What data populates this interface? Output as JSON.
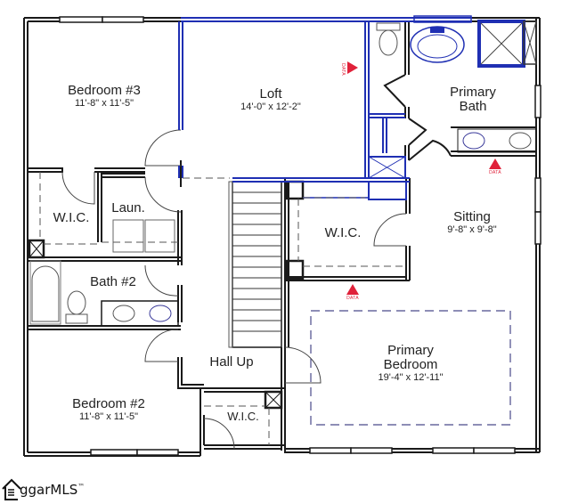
{
  "rooms": {
    "bedroom3": {
      "name": "Bedroom #3",
      "dim": "11'-8\" x 11'-5\""
    },
    "loft": {
      "name": "Loft",
      "dim": "14'-0\" x 12'-2\""
    },
    "primary_bath": {
      "name": "Primary",
      "name2": "Bath"
    },
    "wic_left": {
      "name": "W.I.C."
    },
    "laundry": {
      "name": "Laun."
    },
    "sitting": {
      "name": "Sitting",
      "dim": "9'-8\" x 9'-8\""
    },
    "wic_center": {
      "name": "W.I.C."
    },
    "bath2": {
      "name": "Bath #2"
    },
    "hall": {
      "name": "Hall Up"
    },
    "primary_bedroom": {
      "name": "Primary",
      "name2": "Bedroom",
      "dim": "19'-4\" x 12'-11\""
    },
    "bedroom2": {
      "name": "Bedroom #2",
      "dim": "11'-8\" x 11'-5\""
    },
    "wic_bottom": {
      "name": "W.I.C."
    }
  },
  "markers": {
    "data_label": "DATA",
    "color": "#e0213a"
  },
  "colors": {
    "wall": "#1a1a1a",
    "blue_wall": "#1f2fb3",
    "dashed": "#4a4a8a"
  },
  "watermark": {
    "text": "ggarMLS",
    "tm": "™"
  }
}
